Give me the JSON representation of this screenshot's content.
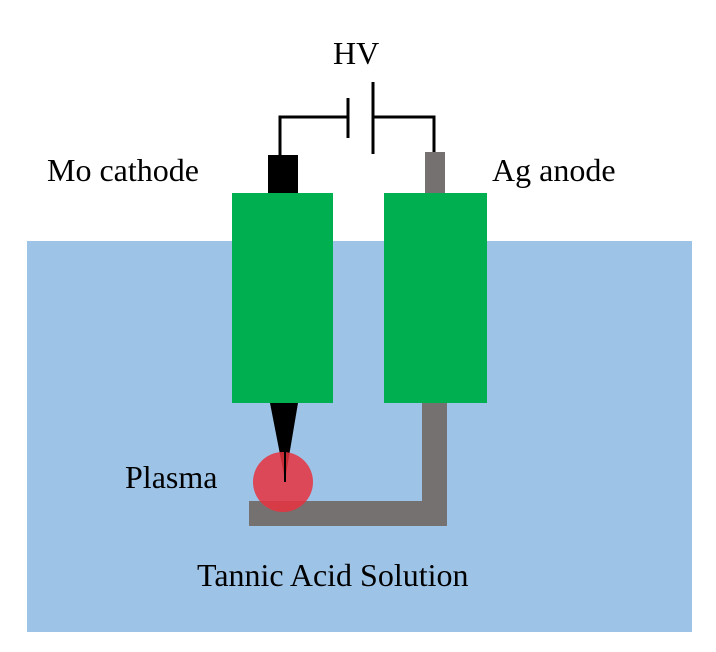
{
  "labels": {
    "hv": "HV",
    "cathode": "Mo cathode",
    "anode": "Ag anode",
    "plasma": "Plasma",
    "solution": "Tannic Acid Solution"
  },
  "colors": {
    "solution": "#9dc3e6",
    "electrode_housing": "#00b050",
    "cathode_tip": "#000000",
    "anode_metal": "#767171",
    "plasma": "#e7333f",
    "wire": "#000000"
  }
}
